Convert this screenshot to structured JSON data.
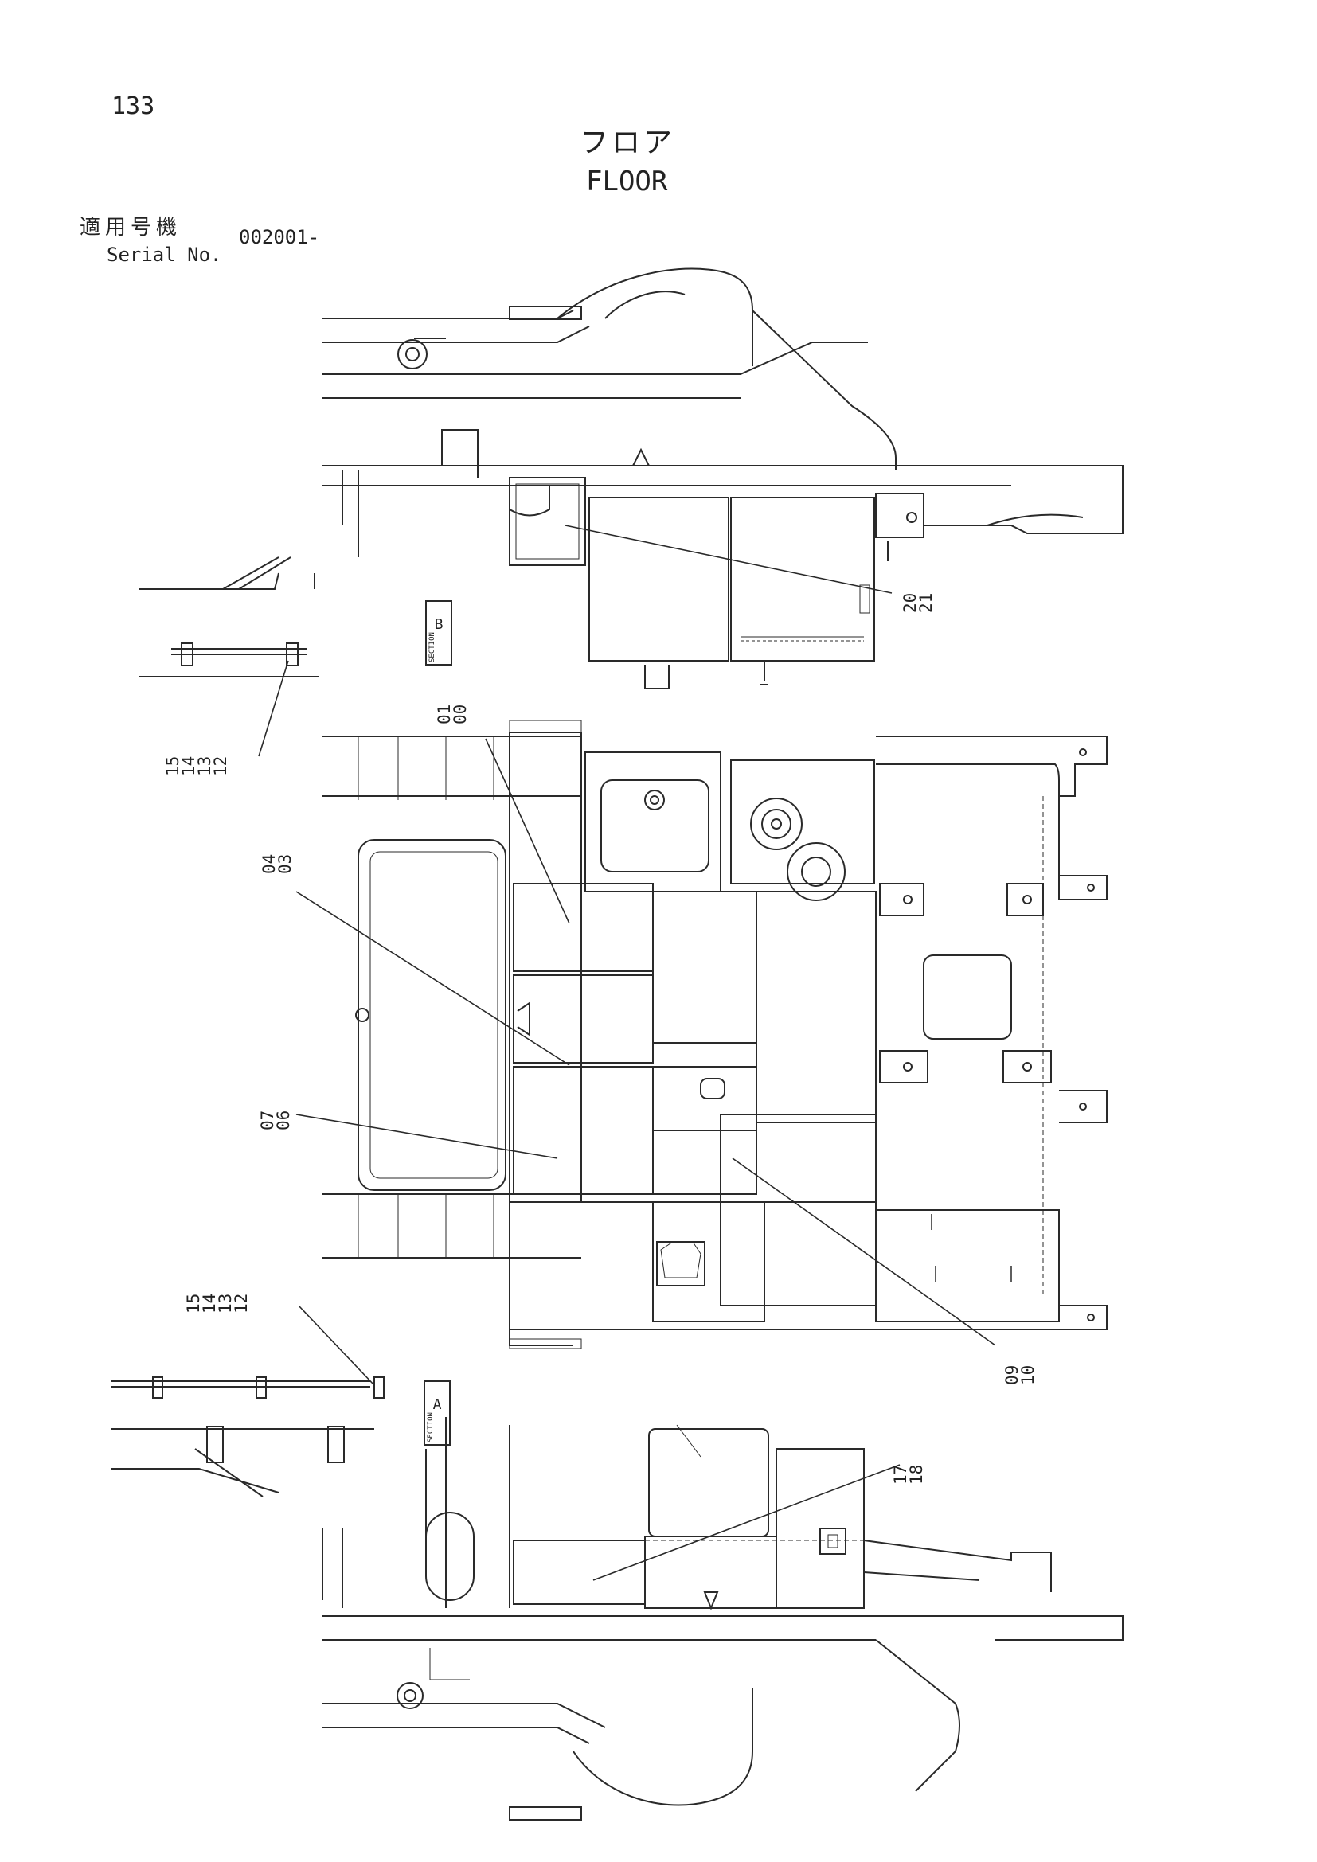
{
  "header": {
    "page_number": "133",
    "title_jp": "フロア",
    "title_en": "FLOOR",
    "serial_label_jp": "適用号機",
    "serial_label_en": "Serial No.",
    "serial_value": "002001-"
  },
  "callouts": {
    "c20_21": [
      "20",
      "21"
    ],
    "c12_15_top": [
      "15",
      "14",
      "13",
      "12"
    ],
    "c01_00": [
      "01",
      "00"
    ],
    "c04_03": [
      "04",
      "03"
    ],
    "c07_06": [
      "07",
      "06"
    ],
    "c12_15_bottom": [
      "15",
      "14",
      "13",
      "12"
    ],
    "c09_10": [
      "09",
      "10"
    ],
    "c17_18": [
      "17",
      "18"
    ]
  },
  "section_tags": {
    "b": {
      "letter": "B",
      "word": "SECTION"
    },
    "a": {
      "letter": "A",
      "word": "SECTION"
    }
  }
}
